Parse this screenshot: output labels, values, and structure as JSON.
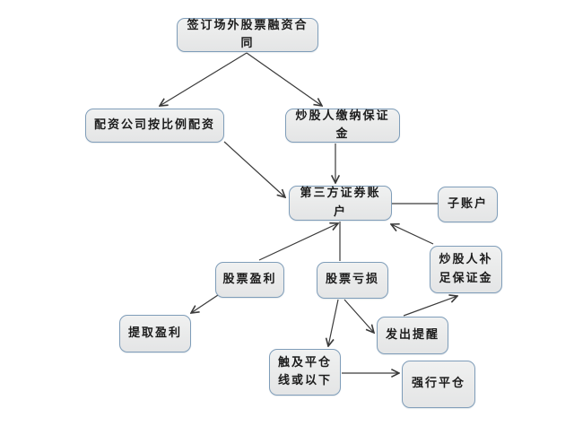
{
  "diagram": {
    "colors": {
      "background": "#ffffff",
      "node_fill": "#eaebeb",
      "node_border": "#7f9db9",
      "line": "#3a3a3a",
      "text": "#1c1c1c"
    },
    "nodes": [
      {
        "id": "sign-contract",
        "label": "签订场外股票融资合同"
      },
      {
        "id": "allocator-funds",
        "label": "配资公司按比例配资"
      },
      {
        "id": "investor-margin",
        "label": "炒股人缴纳保证金"
      },
      {
        "id": "third-party-account",
        "label": "第三方证券账户"
      },
      {
        "id": "sub-account",
        "label": "子账户"
      },
      {
        "id": "stock-profit",
        "label": "股票盈利"
      },
      {
        "id": "stock-loss",
        "label": "股票亏损"
      },
      {
        "id": "top-up-margin",
        "label": "炒股人补足保证金"
      },
      {
        "id": "withdraw-profit",
        "label": "提取盈利"
      },
      {
        "id": "send-reminder",
        "label": "发出提醒"
      },
      {
        "id": "hit-liquidation-line",
        "label": "触及平仓线或以下"
      },
      {
        "id": "forced-liquidation",
        "label": "强行平仓"
      }
    ],
    "edges": [
      {
        "from": "sign-contract",
        "to": "allocator-funds",
        "arrow": true
      },
      {
        "from": "sign-contract",
        "to": "investor-margin",
        "arrow": true
      },
      {
        "from": "allocator-funds",
        "to": "third-party-account",
        "arrow": true
      },
      {
        "from": "investor-margin",
        "to": "third-party-account",
        "arrow": true
      },
      {
        "from": "third-party-account",
        "to": "sub-account",
        "arrow": false
      },
      {
        "from": "stock-profit",
        "to": "third-party-account",
        "arrow": true
      },
      {
        "from": "third-party-account",
        "to": "stock-loss",
        "arrow": false
      },
      {
        "from": "top-up-margin",
        "to": "third-party-account",
        "arrow": true
      },
      {
        "from": "stock-profit",
        "to": "withdraw-profit",
        "arrow": true
      },
      {
        "from": "stock-loss",
        "to": "hit-liquidation-line",
        "arrow": true
      },
      {
        "from": "stock-loss",
        "to": "send-reminder",
        "arrow": true
      },
      {
        "from": "send-reminder",
        "to": "top-up-margin",
        "arrow": true
      },
      {
        "from": "hit-liquidation-line",
        "to": "forced-liquidation",
        "arrow": true
      }
    ]
  }
}
